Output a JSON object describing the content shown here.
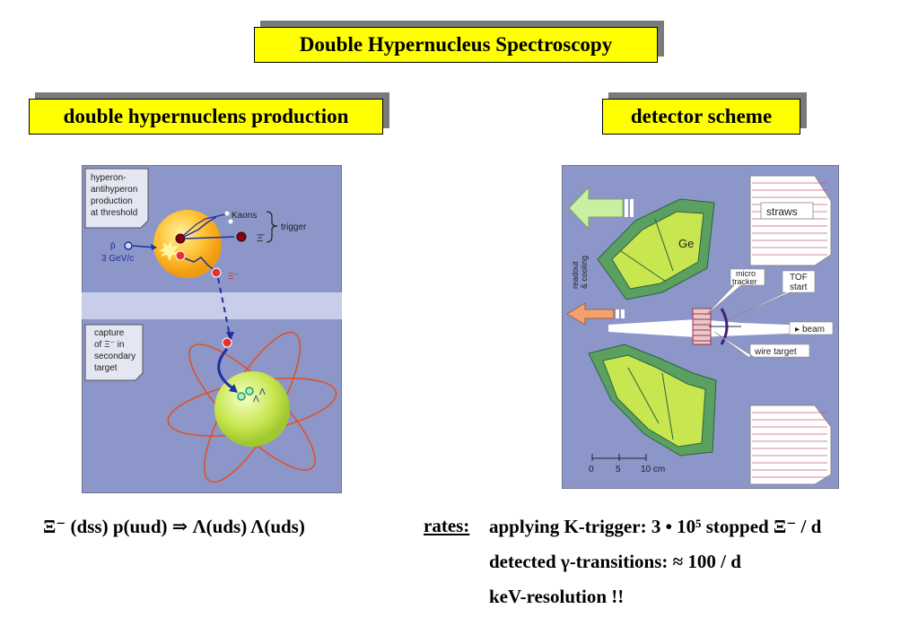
{
  "title": "Double Hypernucleus Spectroscopy",
  "left_heading": "double hypernuclens production",
  "right_heading": "detector scheme",
  "production_diagram": {
    "label_hyperon": [
      "hyperon-",
      "antihyperon",
      "production",
      "at threshold"
    ],
    "label_pbar": "p̄",
    "label_momentum": "3 GeV/c",
    "label_kaons": "Kaons",
    "label_xibar": "Ξ̄",
    "label_trigger": "trigger",
    "label_xi": "Ξ⁻",
    "label_capture": [
      "capture",
      "of Ξ⁻ in",
      "secondary",
      "target"
    ],
    "label_lambda1": "Λ",
    "label_lambda2": "Λ"
  },
  "detector_diagram": {
    "label_readout": [
      "readout",
      "& cooling"
    ],
    "label_ge": "Ge",
    "label_straws": "straws",
    "label_micro_tracker": [
      "micro",
      "tracker"
    ],
    "label_tof": [
      "TOF",
      "start"
    ],
    "label_beam": "beam",
    "label_wire_target": "wire target",
    "scale_ticks": [
      "0",
      "5",
      "10 cm"
    ]
  },
  "reaction": "Ξ⁻ (dss) p(uud) ⇒ Λ(uds) Λ(uds)",
  "rates": {
    "label": "rates:",
    "line1": "applying K-trigger: 3 • 10⁵ stopped Ξ⁻ / d",
    "line2": "detected γ-transitions: ≈ 100 / d",
    "line3": "keV-resolution !!"
  },
  "colors": {
    "box_fill": "#ffff00",
    "panel_bg": "#8c96c8",
    "detector_green": "#c8e650",
    "orbit": "#e05020"
  }
}
